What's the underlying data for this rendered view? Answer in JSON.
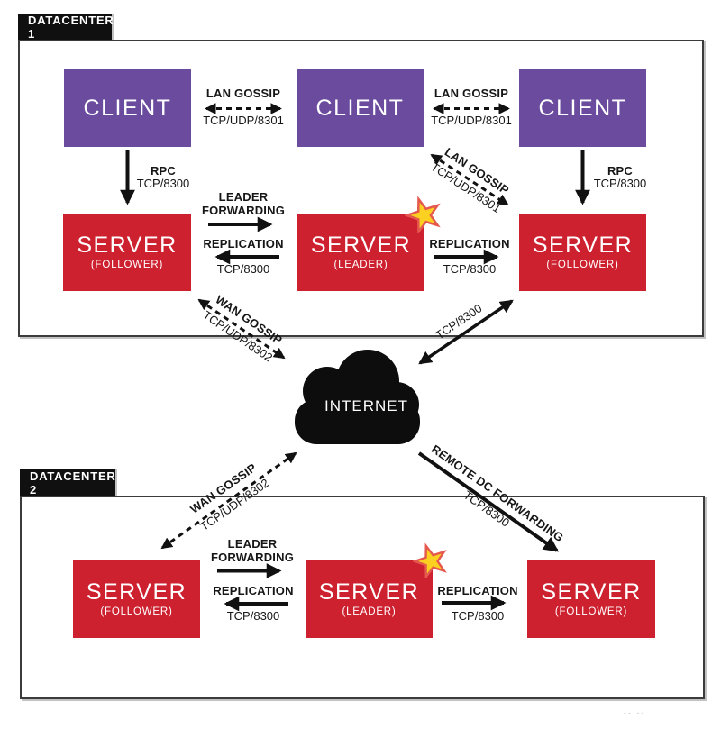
{
  "colors": {
    "purple": "#6b4b9e",
    "red": "#ce2130",
    "cloud": "#0d0d0d",
    "star_fill": "#fcd020",
    "star_stroke": "#e4584e",
    "panel_border": "#3b3b3b"
  },
  "datacenter1": {
    "label": "DATACENTER 1",
    "clients": [
      {
        "label": "CLIENT"
      },
      {
        "label": "CLIENT"
      },
      {
        "label": "CLIENT"
      }
    ],
    "servers": [
      {
        "label": "SERVER",
        "role": "(FOLLOWER)"
      },
      {
        "label": "SERVER",
        "role": "(LEADER)"
      },
      {
        "label": "SERVER",
        "role": "(FOLLOWER)"
      }
    ]
  },
  "datacenter2": {
    "label": "DATACENTER 2",
    "servers": [
      {
        "label": "SERVER",
        "role": "(FOLLOWER)"
      },
      {
        "label": "SERVER",
        "role": "(LEADER)"
      },
      {
        "label": "SERVER",
        "role": "(FOLLOWER)"
      }
    ]
  },
  "internet": {
    "label": "INTERNET"
  },
  "edges": {
    "lan_gossip_1": {
      "title": "LAN GOSSIP",
      "port": "TCP/UDP/8301"
    },
    "lan_gossip_2": {
      "title": "LAN GOSSIP",
      "port": "TCP/UDP/8301"
    },
    "lan_gossip_diag": {
      "title": "LAN GOSSIP",
      "port": "TCP/UDP/8301"
    },
    "rpc_left": {
      "title": "RPC",
      "port": "TCP/8300"
    },
    "rpc_right": {
      "title": "RPC",
      "port": "TCP/8300"
    },
    "leader_forwarding_dc1": {
      "title_line1": "LEADER",
      "title_line2": "FORWARDING"
    },
    "replication_dc1_left": {
      "title": "REPLICATION",
      "port": "TCP/8300"
    },
    "replication_dc1_right": {
      "title": "REPLICATION",
      "port": "TCP/8300"
    },
    "wan_gossip_dc1": {
      "title": "WAN GOSSIP",
      "port": "TCP/UDP/8302"
    },
    "tcp_cloud": {
      "port": "TCP/8300"
    },
    "wan_gossip_dc2": {
      "title": "WAN GOSSIP",
      "port": "TCP/UDP/8302"
    },
    "remote_dc_forwarding": {
      "title": "REMOTE DC FORWARDING",
      "port": "TCP/8300"
    },
    "leader_forwarding_dc2": {
      "title_line1": "LEADER",
      "title_line2": "FORWARDING"
    },
    "replication_dc2_left": {
      "title": "REPLICATION",
      "port": "TCP/8300"
    },
    "replication_dc2_right": {
      "title": "REPLICATION",
      "port": "TCP/8300"
    }
  },
  "watermark": "-- --"
}
